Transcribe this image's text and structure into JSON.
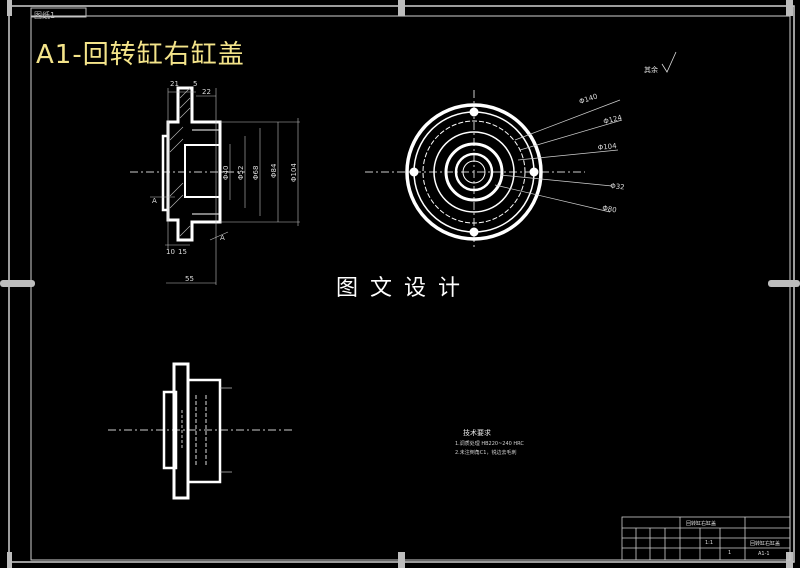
{
  "drawing": {
    "tab_label": "图纸1",
    "title": "A1-回转缸右缸盖",
    "watermark": "图文设计",
    "roughness_mark": "其余"
  },
  "section_view": {
    "dims": [
      "21",
      "5",
      "22",
      "Φ40",
      "Φ52",
      "Φ68",
      "Φ84",
      "Φ104",
      "A",
      "A",
      "10",
      "15",
      "55"
    ]
  },
  "front_view": {
    "dims": [
      "Φ140",
      "Φ124",
      "Φ104",
      "Φ32",
      "Φ80"
    ]
  },
  "notes": {
    "heading": "技术要求",
    "lines": [
      "1.调质处理 HB220~240 HRC",
      "2.未注倒角C1，锐边去毛刺"
    ]
  },
  "title_block": {
    "company": "回转缸右缸盖",
    "part": "回转缸右缸盖",
    "drawing_no": "A1-1",
    "scale": "1:1",
    "sheet": "1"
  },
  "colors": {
    "background": "#000000",
    "line": "#ffffff",
    "title": "#f4e48a",
    "frame": "#cfcfcf"
  }
}
